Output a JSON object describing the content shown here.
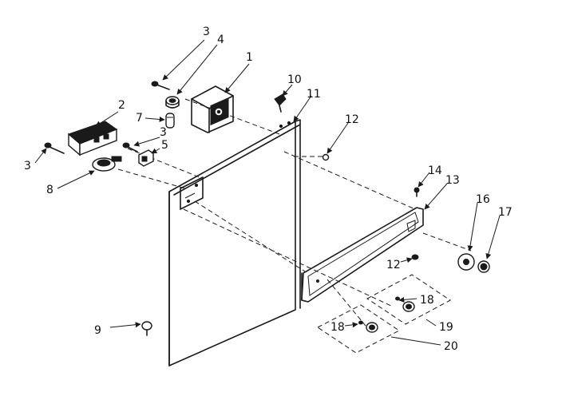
{
  "diagram": {
    "callouts": [
      {
        "id": "c1",
        "text": "1"
      },
      {
        "id": "c2",
        "text": "2"
      },
      {
        "id": "c3a",
        "text": "3"
      },
      {
        "id": "c3b",
        "text": "3"
      },
      {
        "id": "c3c",
        "text": "3"
      },
      {
        "id": "c4",
        "text": "4"
      },
      {
        "id": "c5",
        "text": "5"
      },
      {
        "id": "c7",
        "text": "7"
      },
      {
        "id": "c8",
        "text": "8"
      },
      {
        "id": "c9",
        "text": "9"
      },
      {
        "id": "c10",
        "text": "10"
      },
      {
        "id": "c11",
        "text": "11"
      },
      {
        "id": "c12a",
        "text": "12"
      },
      {
        "id": "c12b",
        "text": "12"
      },
      {
        "id": "c13",
        "text": "13"
      },
      {
        "id": "c14",
        "text": "14"
      },
      {
        "id": "c16",
        "text": "16"
      },
      {
        "id": "c17",
        "text": "17"
      },
      {
        "id": "c18a",
        "text": "18"
      },
      {
        "id": "c18b",
        "text": "18"
      },
      {
        "id": "c19",
        "text": "19"
      },
      {
        "id": "c20",
        "text": "20"
      }
    ]
  }
}
